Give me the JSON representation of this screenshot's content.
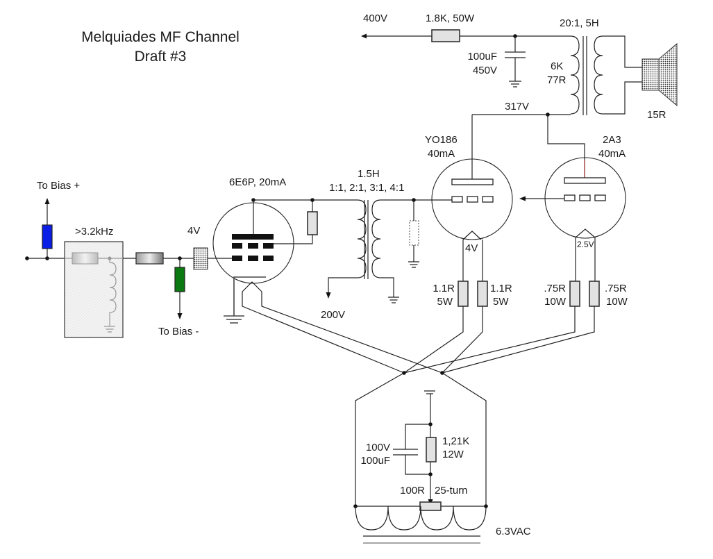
{
  "title": {
    "line1": "Melquiades MF Channel",
    "line2": "Draft #3"
  },
  "supply": {
    "voltage": "400V",
    "resistor": "1.8K, 50W",
    "cap_value": "100uF",
    "cap_voltage": "450V",
    "node_voltage": "317V"
  },
  "output_transformer": {
    "label": "20:1, 5H",
    "primary_impedance": "6K",
    "primary_dcr": "77R"
  },
  "speaker": {
    "impedance": "15R"
  },
  "input": {
    "bias_plus": "To Bias +",
    "bias_minus": "To Bias -",
    "filter_label": ">3.2kHz",
    "grid_voltage": "4V"
  },
  "driver_tube": {
    "label": "6E6P, 20mA"
  },
  "interstage": {
    "inductance": "1.5H",
    "ratios": "1:1, 2:1, 3:1, 4:1",
    "b_plus": "200V"
  },
  "tube_yo186": {
    "name": "YO186",
    "current": "40mA",
    "heater_voltage": "4V",
    "r1_value": "1.1R",
    "r1_power": "5W",
    "r2_value": "1.1R",
    "r2_power": "5W"
  },
  "tube_2a3": {
    "name": "2A3",
    "current": "40mA",
    "heater_voltage": "2.5V",
    "r1_value": ".75R",
    "r1_power": "10W",
    "r2_value": ".75R",
    "r2_power": "10W"
  },
  "heater_supply": {
    "cap_voltage": "100V",
    "cap_value": "100uF",
    "res_value": "1,21K",
    "res_power": "12W",
    "pot_value": "100R",
    "pot_type": "25-turn",
    "transformer": "6.3VAC"
  },
  "colors": {
    "bias_plus_resistor": "#0a1ee6",
    "bias_minus_resistor": "#0a7a10",
    "wire": "#222222",
    "resistor_fill": "#e2e2e2"
  }
}
